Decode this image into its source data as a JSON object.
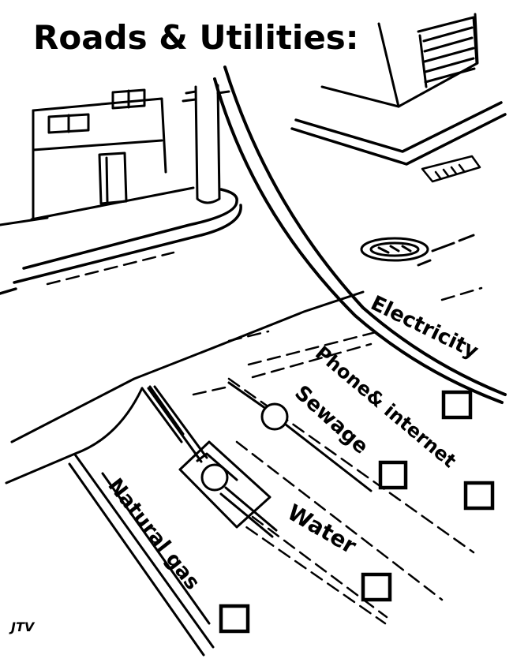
{
  "title": "Roads & Utilities:",
  "colors": {
    "ink": "#000000",
    "paper": "#ffffff"
  },
  "utilities": [
    {
      "label": "Electricity",
      "checked": false
    },
    {
      "label": "Phone& internet",
      "checked": false
    },
    {
      "label": "Sewage",
      "checked": false
    },
    {
      "label": "Water",
      "checked": false
    },
    {
      "label": "Natural gas",
      "checked": false
    }
  ],
  "signature": "JTV"
}
